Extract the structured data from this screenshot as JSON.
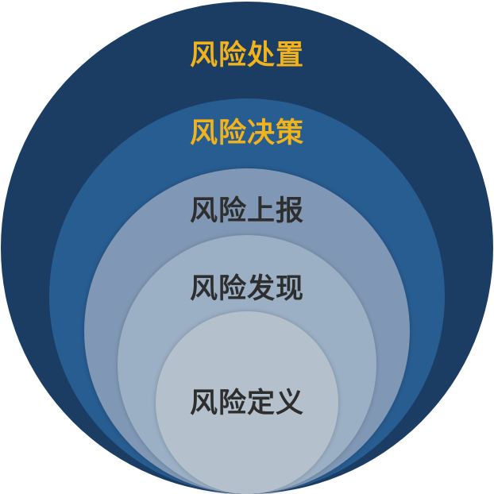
{
  "layers": [
    {
      "label": "风险处置",
      "fill": "#1b3c63",
      "text_color": "#f2b21a"
    },
    {
      "label": "风险决策",
      "fill": "#285d92",
      "text_color": "#f2b21a"
    },
    {
      "label": "风险上报",
      "fill": "#8098b5",
      "text_color": "#2e2e2e"
    },
    {
      "label": "风险发现",
      "fill": "#9bafc5",
      "text_color": "#2e2e2e"
    },
    {
      "label": "风险定义",
      "fill": "#b4c0cc",
      "text_color": "#2e2e2e"
    }
  ]
}
